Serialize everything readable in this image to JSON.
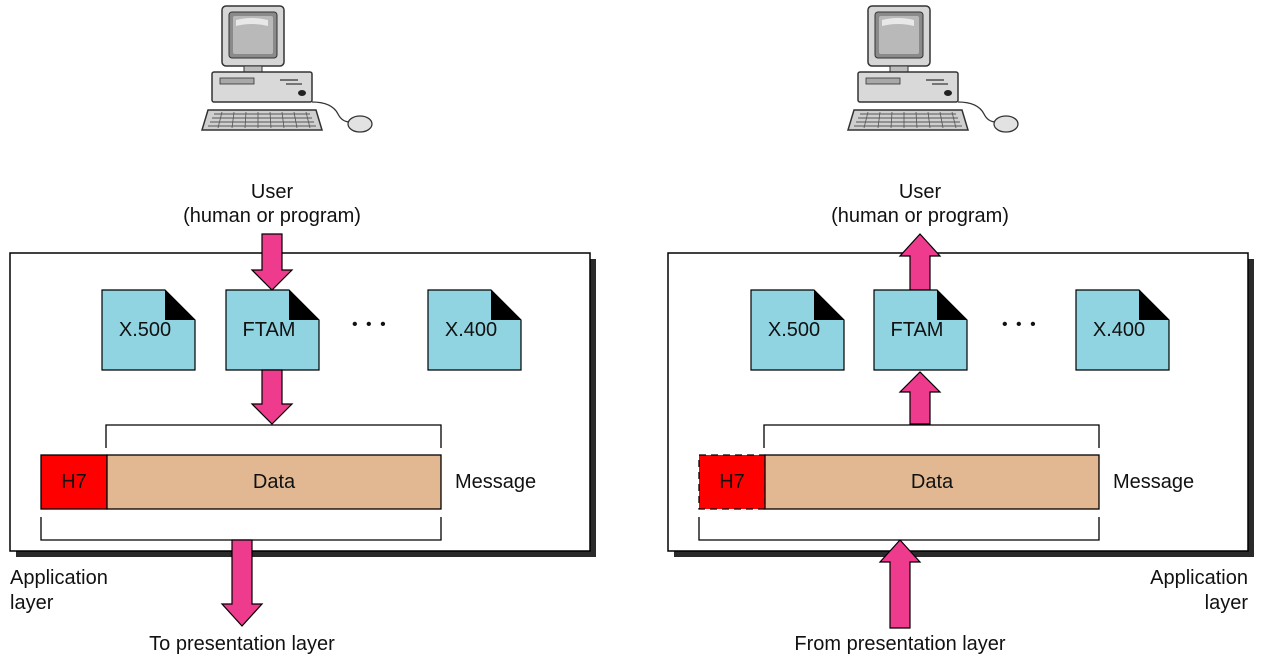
{
  "colors": {
    "doc_fill": "#8fd4e0",
    "data_fill": "#e1b892",
    "header_fill": "#ff0000",
    "arrow_fill": "#ee3b8e",
    "frame_stroke": "#000000"
  },
  "left_panel": {
    "user_label_line1": "User",
    "user_label_line2": "(human or program)",
    "docs": [
      "X.500",
      "FTAM",
      "X.400"
    ],
    "ellipsis": "• • •",
    "header": "H7",
    "data": "Data",
    "message": "Message",
    "layer_line1": "Application",
    "layer_line2": "layer",
    "bottom_label": "To presentation layer"
  },
  "right_panel": {
    "user_label_line1": "User",
    "user_label_line2": "(human or program)",
    "docs": [
      "X.500",
      "FTAM",
      "X.400"
    ],
    "ellipsis": "• • •",
    "header": "H7",
    "data": "Data",
    "message": "Message",
    "layer_line1": "Application",
    "layer_line2": "layer",
    "bottom_label": "From presentation layer"
  },
  "icons": [
    "computer-icon",
    "computer-icon"
  ]
}
